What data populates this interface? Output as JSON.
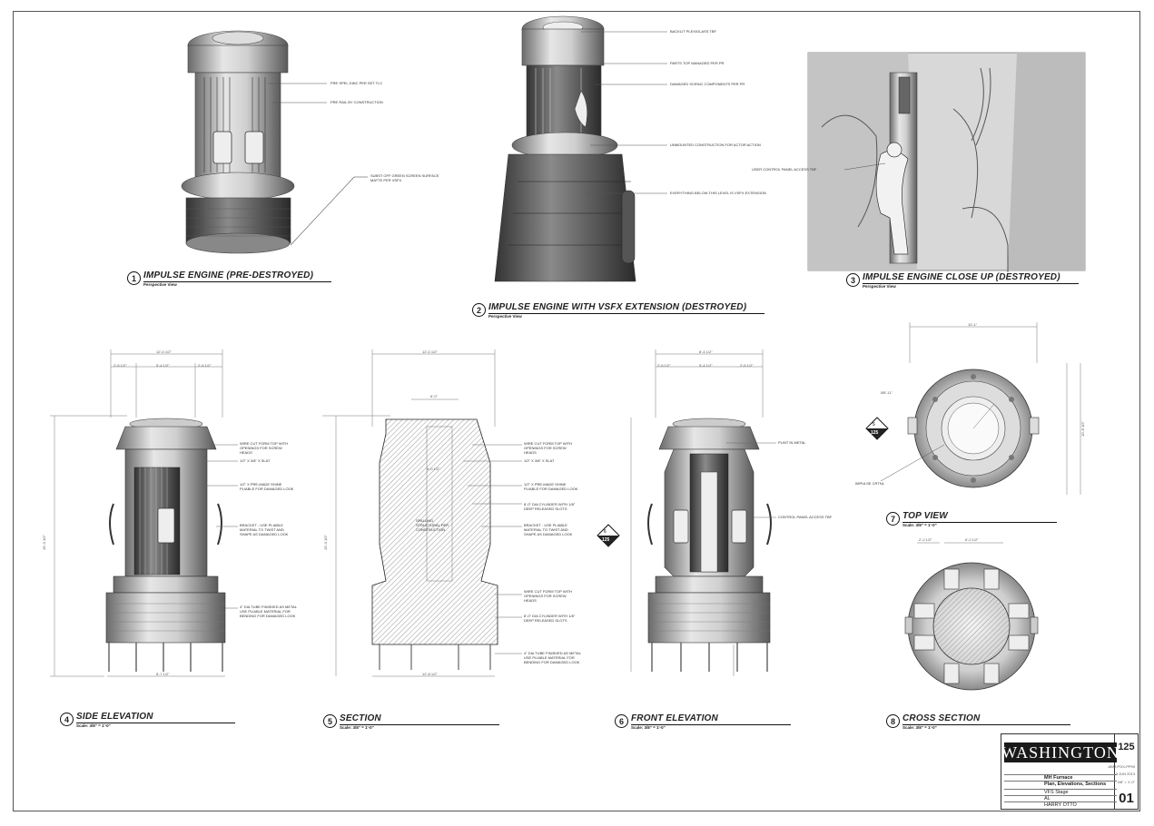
{
  "views": [
    {
      "num": "1",
      "title": "IMPULSE ENGINE (PRE-DESTROYED)",
      "subtitle": "Perspective View"
    },
    {
      "num": "2",
      "title": "IMPULSE ENGINE WITH VSFX EXTENSION (DESTROYED)",
      "subtitle": "Perspective View"
    },
    {
      "num": "3",
      "title": "IMPULSE ENGINE CLOSE UP (DESTROYED)",
      "subtitle": "Perspective View"
    },
    {
      "num": "4",
      "title": "SIDE ELEVATION",
      "subtitle": "Scale: 3/8\" = 1'-0\""
    },
    {
      "num": "5",
      "title": "SECTION",
      "subtitle": "Scale: 3/8\" = 1'-0\""
    },
    {
      "num": "6",
      "title": "FRONT ELEVATION",
      "subtitle": "Scale: 3/8\" = 1'-0\""
    },
    {
      "num": "7",
      "title": "TOP VIEW",
      "subtitle": "Scale: 3/8\" = 1'-0\""
    },
    {
      "num": "8",
      "title": "CROSS SECTION",
      "subtitle": "Scale: 3/8\" = 1'-0\""
    }
  ],
  "notes": {
    "v1_a": "PRE SPEL-SINC PER SET TLC",
    "v1_b": "PRE RAIL BY CONSTRUCTION",
    "v1_c": "SUBST OFF GREEN SCREEN SURFACE MATTE PER VSFX",
    "v2_a": "BACKLIT PLEXIGLASS TBF",
    "v2_b": "PARTS TOP MANAGED PER PR",
    "v2_c": "DAMAGED SCENIC COMPONENTS PER PR",
    "v2_d": "UNMOUNTED CONSTRUCTION FOR ACTOR ACTION",
    "v2_e": "EVERYTHING BELOW THIS LEVEL IS VSFX EXTENSION",
    "v3_a": "USER CONTROL PANEL ACCESS TBF",
    "v4_a": "WIRE CUT FORM TOP WITH OPENINGS FOR SCREW HEADS",
    "v4_b": "1/2\" X 3/8\" X SLAT",
    "v4_c": "1/2\" X PRE-MADE SHINE PLIABLE FOR DAMAGED LOOK",
    "v4_d": "BRACKET - USE PLIABLE MATERIAL TO TWIST AND SHAPE AS DAMAGED LOOK",
    "v4_e": "4\" DIA TUBE FINISHED AS METAL USE PLIABLE MATERIAL FOR BENDING FOR DAMAGED LOOK",
    "v5_a": "WIRE CUT FORM TOP WITH OPENINGS FOR SCREW HEADS",
    "v5_b": "1/2\" X 3/8\" X SLAT",
    "v5_c": "1/2\" X PRE-MADE SHINE PLIABLE FOR DAMAGED LOOK",
    "v5_d": "8'-0\" DIA CYLINDER WITH 1/8\" DEEP RELEASED SLOTS",
    "v5_e": "BRACKET - USE PLIABLE MATERIAL TO TWIST AND SHAPE AS DAMAGED LOOK",
    "v5_f": "WIRE CUT FORM TOP WITH OPENINGS FOR SCREW HEADS",
    "v5_g": "8'-0\" DIA CYLINDER WITH 1/8\" DEEP RELEASED SLOTS",
    "v5_h": "4\" DIA TUBE FINISHED AS METAL USE PLIABLE MATERIAL FOR BENDING FOR DAMAGED LOOK",
    "v5_i": "SPALLING STRUCTURAL PER CONSTRUCTION",
    "v6_a": "PLINT IN METAL",
    "v6_b": "CONTROL PANEL ACCESS TBF",
    "v7_a": "IMPULSE CRTNL"
  },
  "dims": {
    "v4_top": "12'-0 1/2\"",
    "v4_t1": "2'-6 1/2\"",
    "v4_t2": "5'-4 1/2\"",
    "v4_t3": "2'-6 1/2\"",
    "v4_h": "15'-0 1/2\"",
    "v4_bottom": "8'-7 1/2\"",
    "v5_top": "12'-0 1/2\"",
    "v5_w": "6'-0\"",
    "v5_h": "15'-0 1/2\"",
    "v5_inner": "6'-0 1/2\"",
    "v5_bot": "12'-8 1/2\"",
    "v6_top": "8'-4 1/2\"",
    "v6_t1": "2'-6 1/2\"",
    "v6_t2": "5'-4 1/2\"",
    "v6_t3": "2'-6 1/2\"",
    "v7_top": "10'-1\"",
    "v7_dia": "Ø8'-11\"",
    "v7_r": "10'-8 1/2\"",
    "v8_top": "6'-0 1/2\"",
    "v8_l": "2'-2 1/2\""
  },
  "callouts": [
    {
      "num": "5",
      "sheet": "125"
    },
    {
      "num": "6",
      "sheet": "125"
    }
  ],
  "titleblock": {
    "logo": "WASHINGTON",
    "sheet": "125",
    "page": "01",
    "title": "MH Furnace",
    "subtitle": "Plan, Elevations, Sections",
    "stage": "VFS Stage",
    "drawn": "AL",
    "designer": "HARRY OTTO",
    "date": "13 JUN 2013",
    "scale": "3/8\" = 1'-0\"",
    "number": "ABM-PGX-PP99"
  }
}
